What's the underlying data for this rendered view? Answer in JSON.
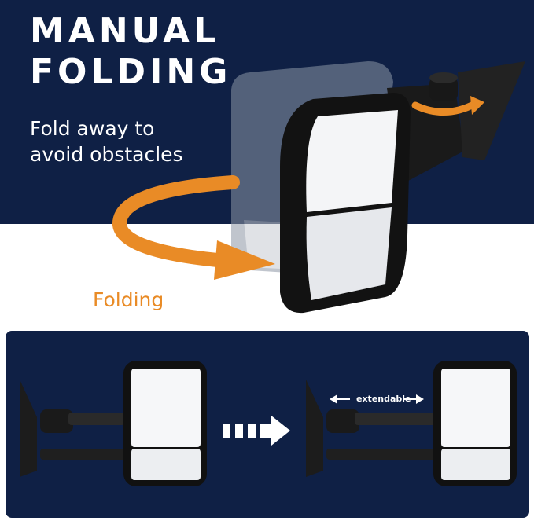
{
  "headline": {
    "line1": "MANUAL",
    "line2": "FOLDING"
  },
  "subtitle": {
    "line1": "Fold away to",
    "line2": "avoid obstacles"
  },
  "folding_label": "Folding",
  "extend_label": "extendable",
  "colors": {
    "navy": "#0f2045",
    "orange": "#e98b26",
    "white": "#ffffff",
    "mirror_black": "#121212"
  },
  "icons": [
    "fold-arrow-icon",
    "rotate-arrow-icon",
    "dashed-right-arrow-icon",
    "double-arrow-icon"
  ]
}
